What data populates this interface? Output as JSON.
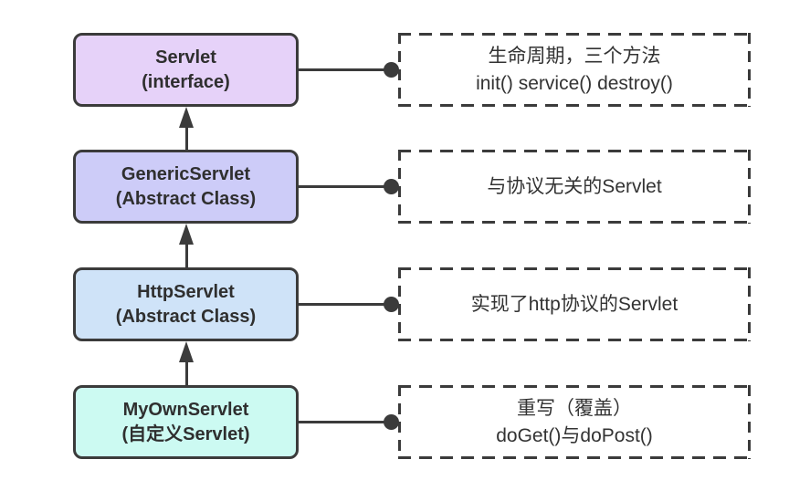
{
  "diagram": {
    "background_color": "#ffffff",
    "stroke_color": "#3b3b3b",
    "text_color": "#333333",
    "rows": [
      {
        "node": {
          "title": "Servlet",
          "subtitle": "(interface)",
          "fill": "#e6d2f9"
        },
        "note": {
          "lines": [
            "生命周期，三个方法",
            "init() service() destroy()"
          ]
        }
      },
      {
        "node": {
          "title": "GenericServlet",
          "subtitle": "(Abstract Class)",
          "fill": "#cdccf8"
        },
        "note": {
          "lines": [
            "与协议无关的Servlet"
          ]
        }
      },
      {
        "node": {
          "title": "HttpServlet",
          "subtitle": "(Abstract Class)",
          "fill": "#cfe3f8"
        },
        "note": {
          "lines": [
            "实现了http协议的Servlet"
          ]
        }
      },
      {
        "node": {
          "title": "MyOwnServlet",
          "subtitle": "(自定义Servlet)",
          "fill": "#ccfaf2"
        },
        "note": {
          "lines": [
            "重写（覆盖）",
            "doGet()与doPost()"
          ]
        }
      }
    ],
    "arrows": [
      {
        "from": "MyOwnServlet",
        "to": "HttpServlet",
        "type": "inheritance-up"
      },
      {
        "from": "HttpServlet",
        "to": "GenericServlet",
        "type": "inheritance-up"
      },
      {
        "from": "GenericServlet",
        "to": "Servlet",
        "type": "inheritance-up"
      }
    ]
  }
}
